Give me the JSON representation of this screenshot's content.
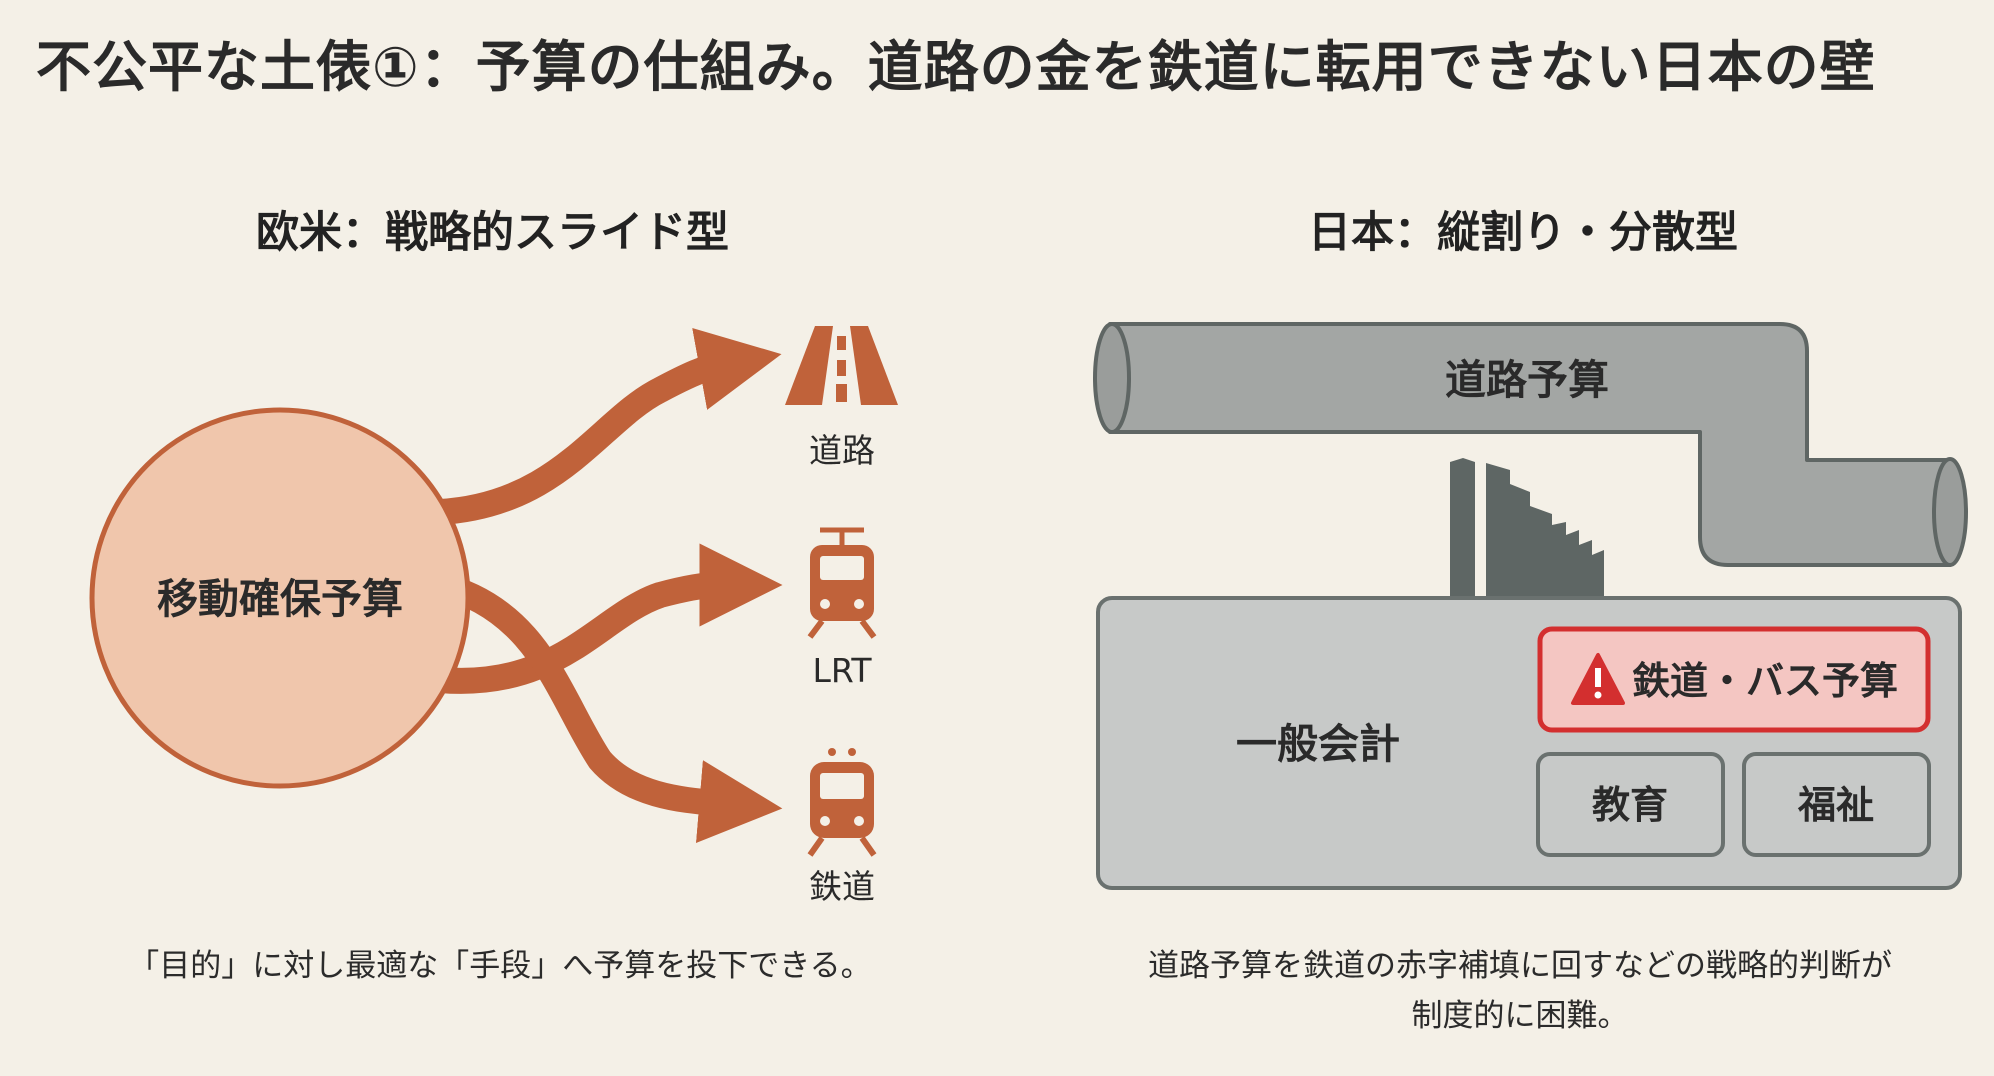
{
  "title": "不公平な土俵①：予算の仕組み。道路の金を鉄道に転用できない日本の壁",
  "left": {
    "heading": "欧米：戦略的スライド型",
    "source_label": "移動確保予算",
    "targets": [
      {
        "label": "道路",
        "icon": "road-icon"
      },
      {
        "label": "LRT",
        "icon": "tram-icon"
      },
      {
        "label": "鉄道",
        "icon": "train-icon"
      }
    ],
    "caption": "「目的」に対し最適な「手段」へ予算を投下できる。"
  },
  "right": {
    "heading": "日本：縦割り・分散型",
    "pipe_label": "道路予算",
    "general_label": "一般会計",
    "warning_label": "鉄道・バス予算",
    "boxes": [
      "教育",
      "福祉"
    ],
    "caption_line1": "道路予算を鉄道の赤字補填に回すなどの戦略的判断が",
    "caption_line2": "制度的に困難。"
  },
  "colors": {
    "background": "#f4f0e7",
    "arrow": "#c0623a",
    "circle_fill": "#f0c6ac",
    "circle_stroke": "#c0623a",
    "pipe": "#a3a6a4",
    "wall": "#5e6664",
    "warning_fill": "#f4c6c2",
    "warning_stroke": "#d32f2f"
  }
}
